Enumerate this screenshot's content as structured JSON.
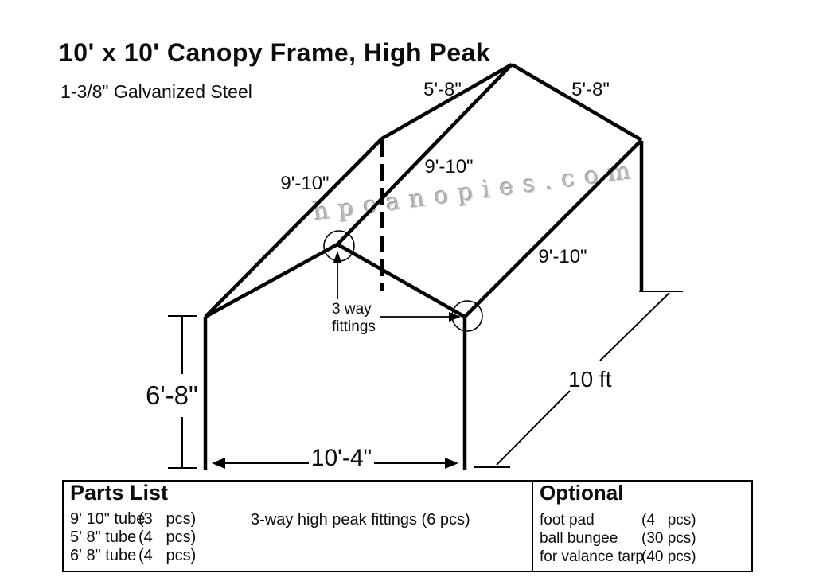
{
  "title": "10' x 10' Canopy Frame, High Peak",
  "subtitle": "1-3/8\" Galvanized Steel",
  "watermark": "hpcanopies.com",
  "diagram": {
    "labels": {
      "rear_left_slope": "5'-8\"",
      "rear_right_slope": "5'-8\"",
      "left_eave": "9'-10\"",
      "ridge": "9'-10\"",
      "right_eave": "9'-10\"",
      "post_height": "6'-8\"",
      "front_width": "10'-4\"",
      "side_depth": "10 ft",
      "fitting_callout_line1": "3 way",
      "fitting_callout_line2": "fittings"
    }
  },
  "parts_list": {
    "title": "Parts List",
    "items": [
      {
        "name": "9' 10\" tube",
        "qty": "(3   pcs)"
      },
      {
        "name": "5' 8\" tube",
        "qty": "(4   pcs)"
      },
      {
        "name": "6' 8\" tube",
        "qty": "(4   pcs)"
      }
    ],
    "fittings_item": "3-way high peak fittings (6 pcs)"
  },
  "optional_list": {
    "title": "Optional",
    "items": [
      {
        "name": "foot pad",
        "qty": "(4   pcs)"
      },
      {
        "name": "ball bungee",
        "qty": "(30 pcs)"
      },
      {
        "name": "for valance tarp",
        "qty": "(40 pcs)"
      }
    ]
  },
  "colors": {
    "line": "#000000",
    "text": "#0d0d0d",
    "watermark": "#b9b9b9",
    "background": "#ffffff"
  }
}
